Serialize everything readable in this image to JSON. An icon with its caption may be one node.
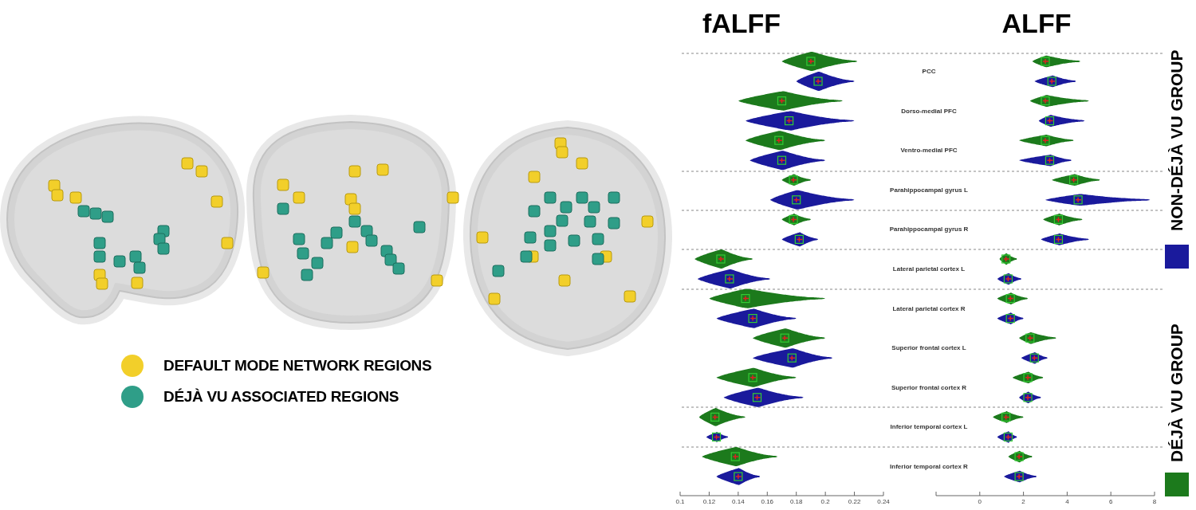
{
  "diagram": {
    "labels": [
      "fALFF",
      "ALFF",
      "PCC",
      "Dorso-medial PFC",
      "Ventro-medial PFC",
      "Parahippocampal gyrus L",
      "Parahippocampal gyrus R",
      "Lateral parietal cortex L",
      "Lateral parietal cortex R",
      "Superior frontal cortex L",
      "Superior frontal cortex R",
      "Inferior temporal cortex L",
      "Inferior temporal cortex R",
      "0.1",
      "0.12",
      "0.14",
      "0.16",
      "0.18",
      "0.2",
      "0.22",
      "0.24",
      "0",
      "2",
      "4",
      "6",
      "8"
    ],
    "legend": [
      {
        "text": "DEFAULT MODE NETWORK REGIONS",
        "color": "#f2cf2a"
      },
      {
        "text": "DÉJÀ VU ASSOCIATED REGIONS",
        "color": "#2f9e88"
      },
      {
        "text": "DÉJÀ VU GROUP",
        "color": "#1c7a1c"
      },
      {
        "text": "NON-DÉJÀ VU GROUP",
        "color": "#1a1a9c"
      }
    ]
  }
}
